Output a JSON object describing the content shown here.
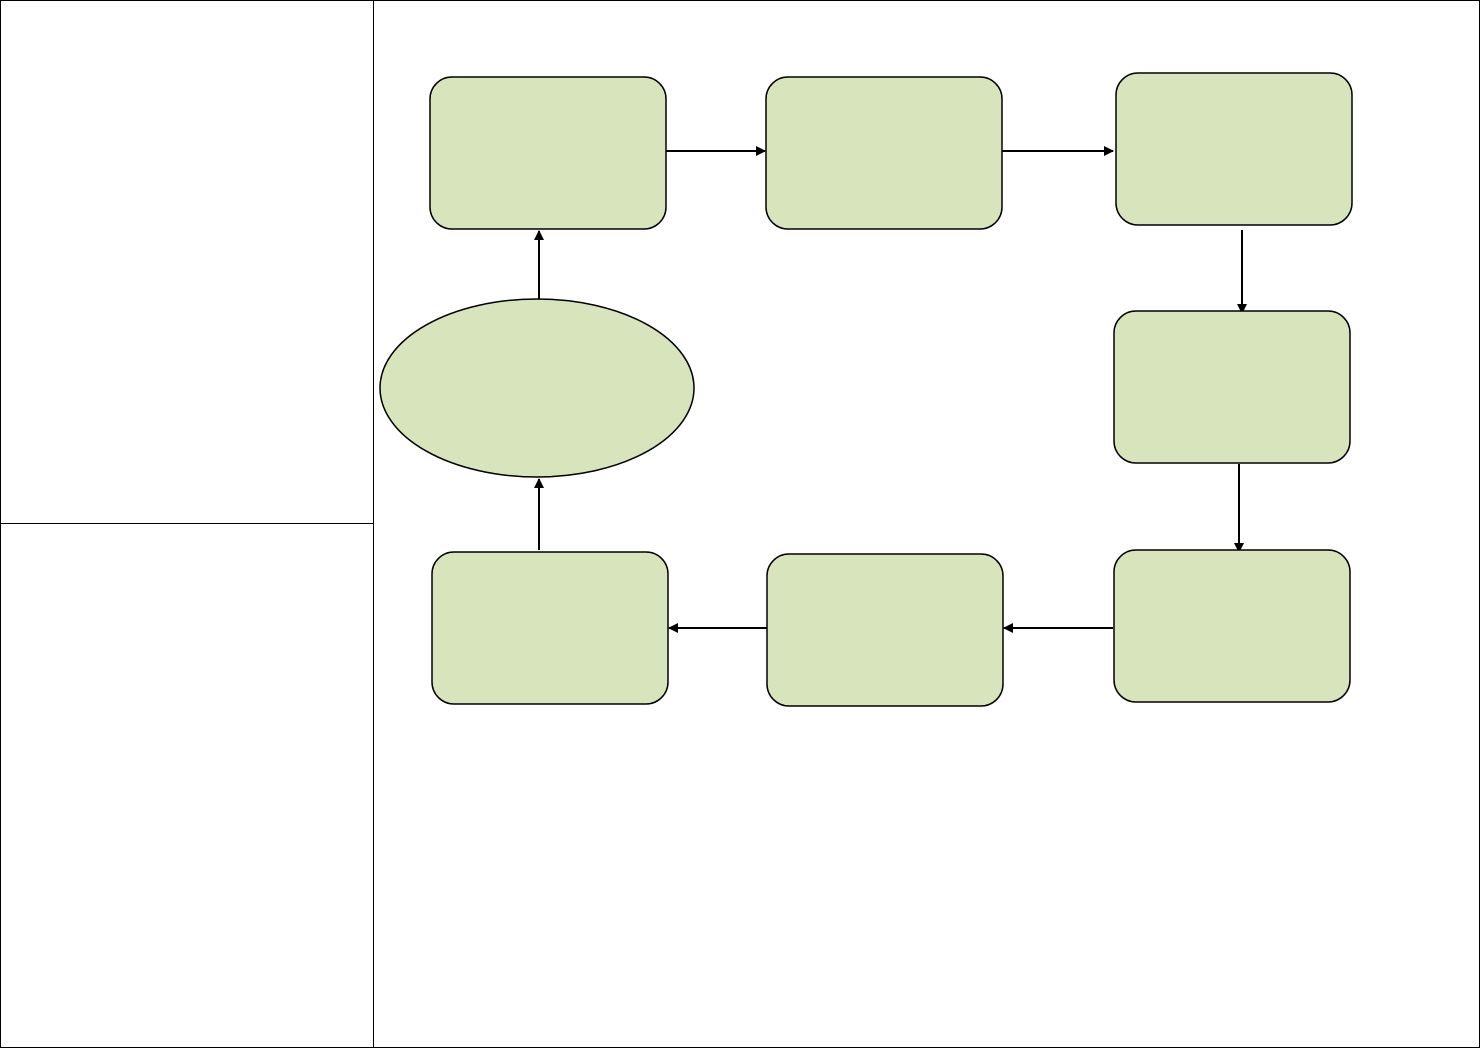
{
  "table": {
    "left_top_cell": "",
    "left_bottom_cell": "",
    "right_cell": ""
  },
  "colors": {
    "node_fill": "#d8e4bc",
    "node_stroke": "#000000",
    "arrow": "#000000",
    "grid_line": "#000000",
    "background": "#ffffff"
  },
  "diagram": {
    "type": "cycle-flow",
    "nodes": [
      {
        "id": "start-ellipse",
        "shape": "ellipse",
        "label": ""
      },
      {
        "id": "step-1",
        "shape": "rounded-rect",
        "label": ""
      },
      {
        "id": "step-2",
        "shape": "rounded-rect",
        "label": ""
      },
      {
        "id": "step-3",
        "shape": "rounded-rect",
        "label": ""
      },
      {
        "id": "step-4",
        "shape": "rounded-rect",
        "label": ""
      },
      {
        "id": "step-5",
        "shape": "rounded-rect",
        "label": ""
      },
      {
        "id": "step-6",
        "shape": "rounded-rect",
        "label": ""
      },
      {
        "id": "step-7",
        "shape": "rounded-rect",
        "label": ""
      }
    ],
    "edges": [
      {
        "from": "start-ellipse",
        "to": "step-1"
      },
      {
        "from": "step-1",
        "to": "step-2"
      },
      {
        "from": "step-2",
        "to": "step-3"
      },
      {
        "from": "step-3",
        "to": "step-4"
      },
      {
        "from": "step-4",
        "to": "step-5"
      },
      {
        "from": "step-5",
        "to": "step-6"
      },
      {
        "from": "step-6",
        "to": "step-7"
      },
      {
        "from": "step-7",
        "to": "start-ellipse"
      }
    ]
  }
}
